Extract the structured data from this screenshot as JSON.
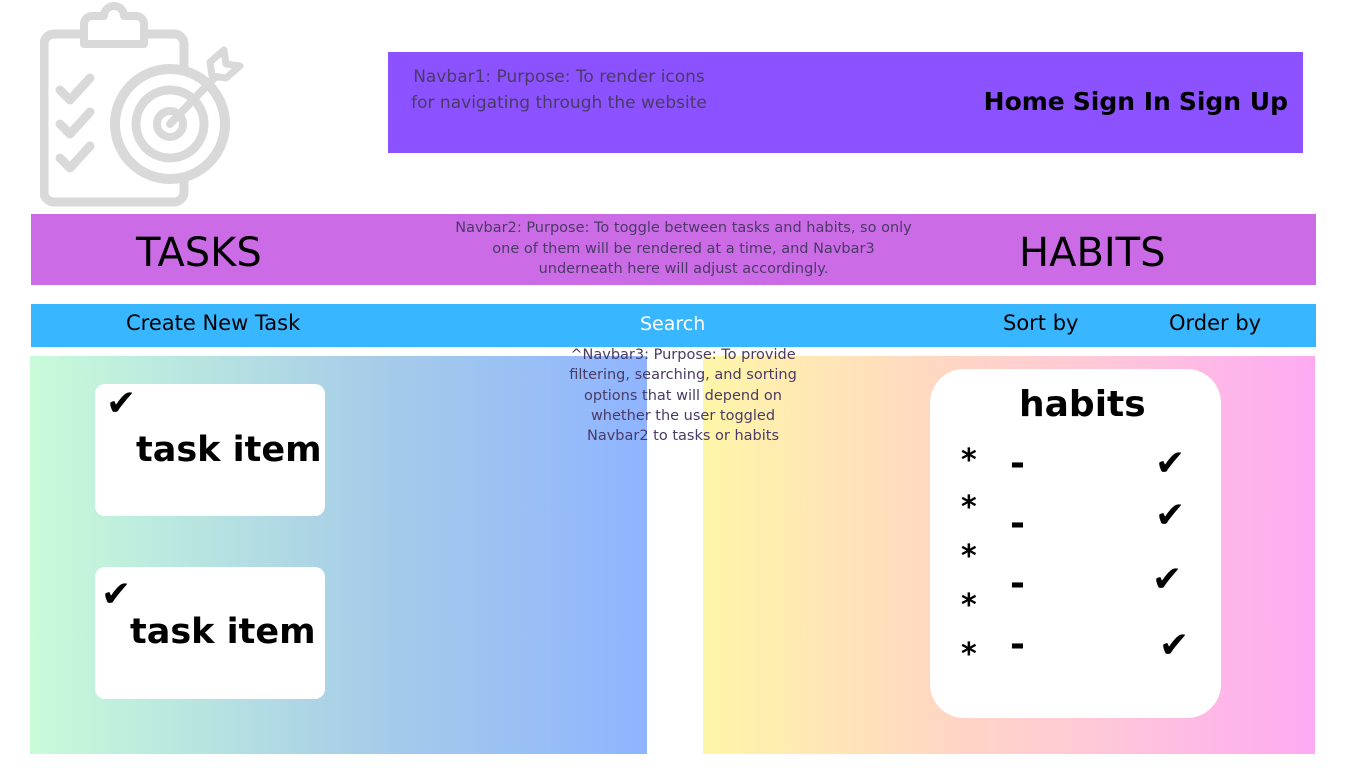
{
  "logo": {
    "icon": "clipboard-target-icon"
  },
  "navbar1": {
    "note": "Navbar1: Purpose: To render icons for navigating through the website",
    "links": [
      "Home",
      "Sign In",
      "Sign Up"
    ],
    "color": "#8c52ff"
  },
  "navbar2": {
    "tasks_label": "TASKS",
    "habits_label": "HABITS",
    "note": "Navbar2: Purpose: To toggle between tasks and habits, so only one of them will be rendered at a time, and Navbar3 underneath here will adjust accordingly.",
    "color": "#cb6ce6"
  },
  "navbar3": {
    "create_label": "Create New Task",
    "search_label": "Search",
    "sort_label": "Sort by",
    "order_label": "Order by",
    "note": "^Navbar3: Purpose: To provide filtering, searching, and sorting options that will depend on whether the user toggled Navbar2 to tasks or habits",
    "color": "#38b6ff"
  },
  "tasks": {
    "items": [
      {
        "check": "✔",
        "label": "task item"
      },
      {
        "check": "✔",
        "label": "task item"
      }
    ]
  },
  "habits": {
    "title": "habits",
    "bullet": "*",
    "dash": "-",
    "check": "✔",
    "stars": [
      "*",
      "*",
      "*",
      "*",
      "*"
    ],
    "rows": [
      {
        "dash": "-",
        "check": "✔"
      },
      {
        "dash": "-",
        "check": "✔"
      },
      {
        "dash": "-",
        "check": "✔"
      },
      {
        "dash": "-",
        "check": "✔"
      }
    ]
  }
}
